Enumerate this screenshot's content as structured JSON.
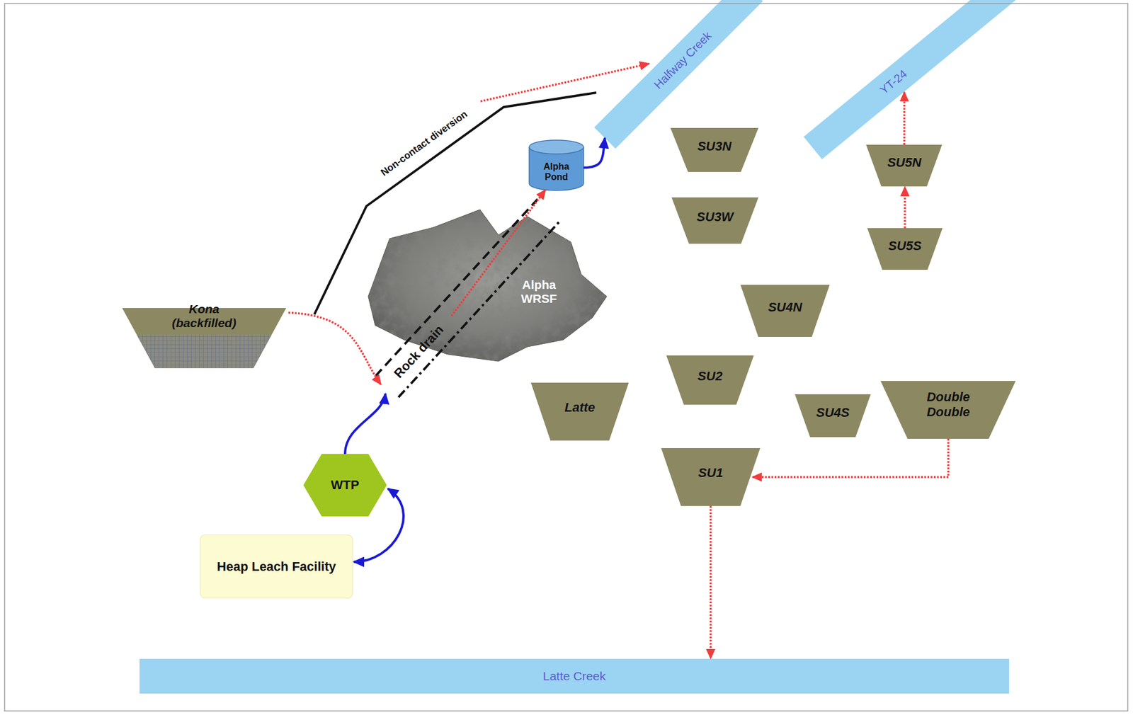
{
  "diagram": {
    "nodes": [
      {
        "text": [
          "Halfway Creek"
        ]
      },
      {
        "text": [
          "YT-24"
        ]
      },
      {
        "text": [
          "Alpha Pond"
        ]
      },
      {
        "text": [
          "SU3N"
        ]
      },
      {
        "text": [
          "SU5N"
        ]
      },
      {
        "text": [
          "SU3W"
        ]
      },
      {
        "text": [
          "SU5S"
        ]
      },
      {
        "text": [
          "Alpha WRSF"
        ]
      },
      {
        "text": [
          "Rock drain"
        ]
      },
      {
        "text": [
          "Kona (backfilled)"
        ]
      },
      {
        "text": [
          "SU4N"
        ]
      },
      {
        "text": [
          "SU2"
        ]
      },
      {
        "text": [
          "Latte"
        ]
      },
      {
        "text": [
          "SU4S"
        ]
      },
      {
        "text": [
          "Double Double"
        ]
      },
      {
        "text": [
          "SU1"
        ]
      },
      {
        "text": [
          "WTP"
        ]
      },
      {
        "text": [
          "Heap Leach Facility"
        ]
      },
      {
        "text": [
          "Latte Creek"
        ]
      }
    ],
    "edges": [
      {
        "from": 2,
        "to": 0,
        "arrow": "to"
      },
      {
        "from": 6,
        "to": 4,
        "arrow": "to"
      },
      {
        "from": 4,
        "to": 1,
        "arrow": "to"
      },
      {
        "from": 9,
        "to": 8,
        "arrow": "to"
      },
      {
        "from": 16,
        "to": 8,
        "arrow": "to"
      },
      {
        "from": 8,
        "to": 2,
        "arrow": "to"
      },
      {
        "from": 17,
        "to": 16,
        "arrow": "both"
      },
      {
        "from": 14,
        "to": 15,
        "arrow": "to"
      },
      {
        "from": 15,
        "to": 18,
        "arrow": "to"
      }
    ],
    "labels": [
      "Non-contact diversion"
    ]
  }
}
